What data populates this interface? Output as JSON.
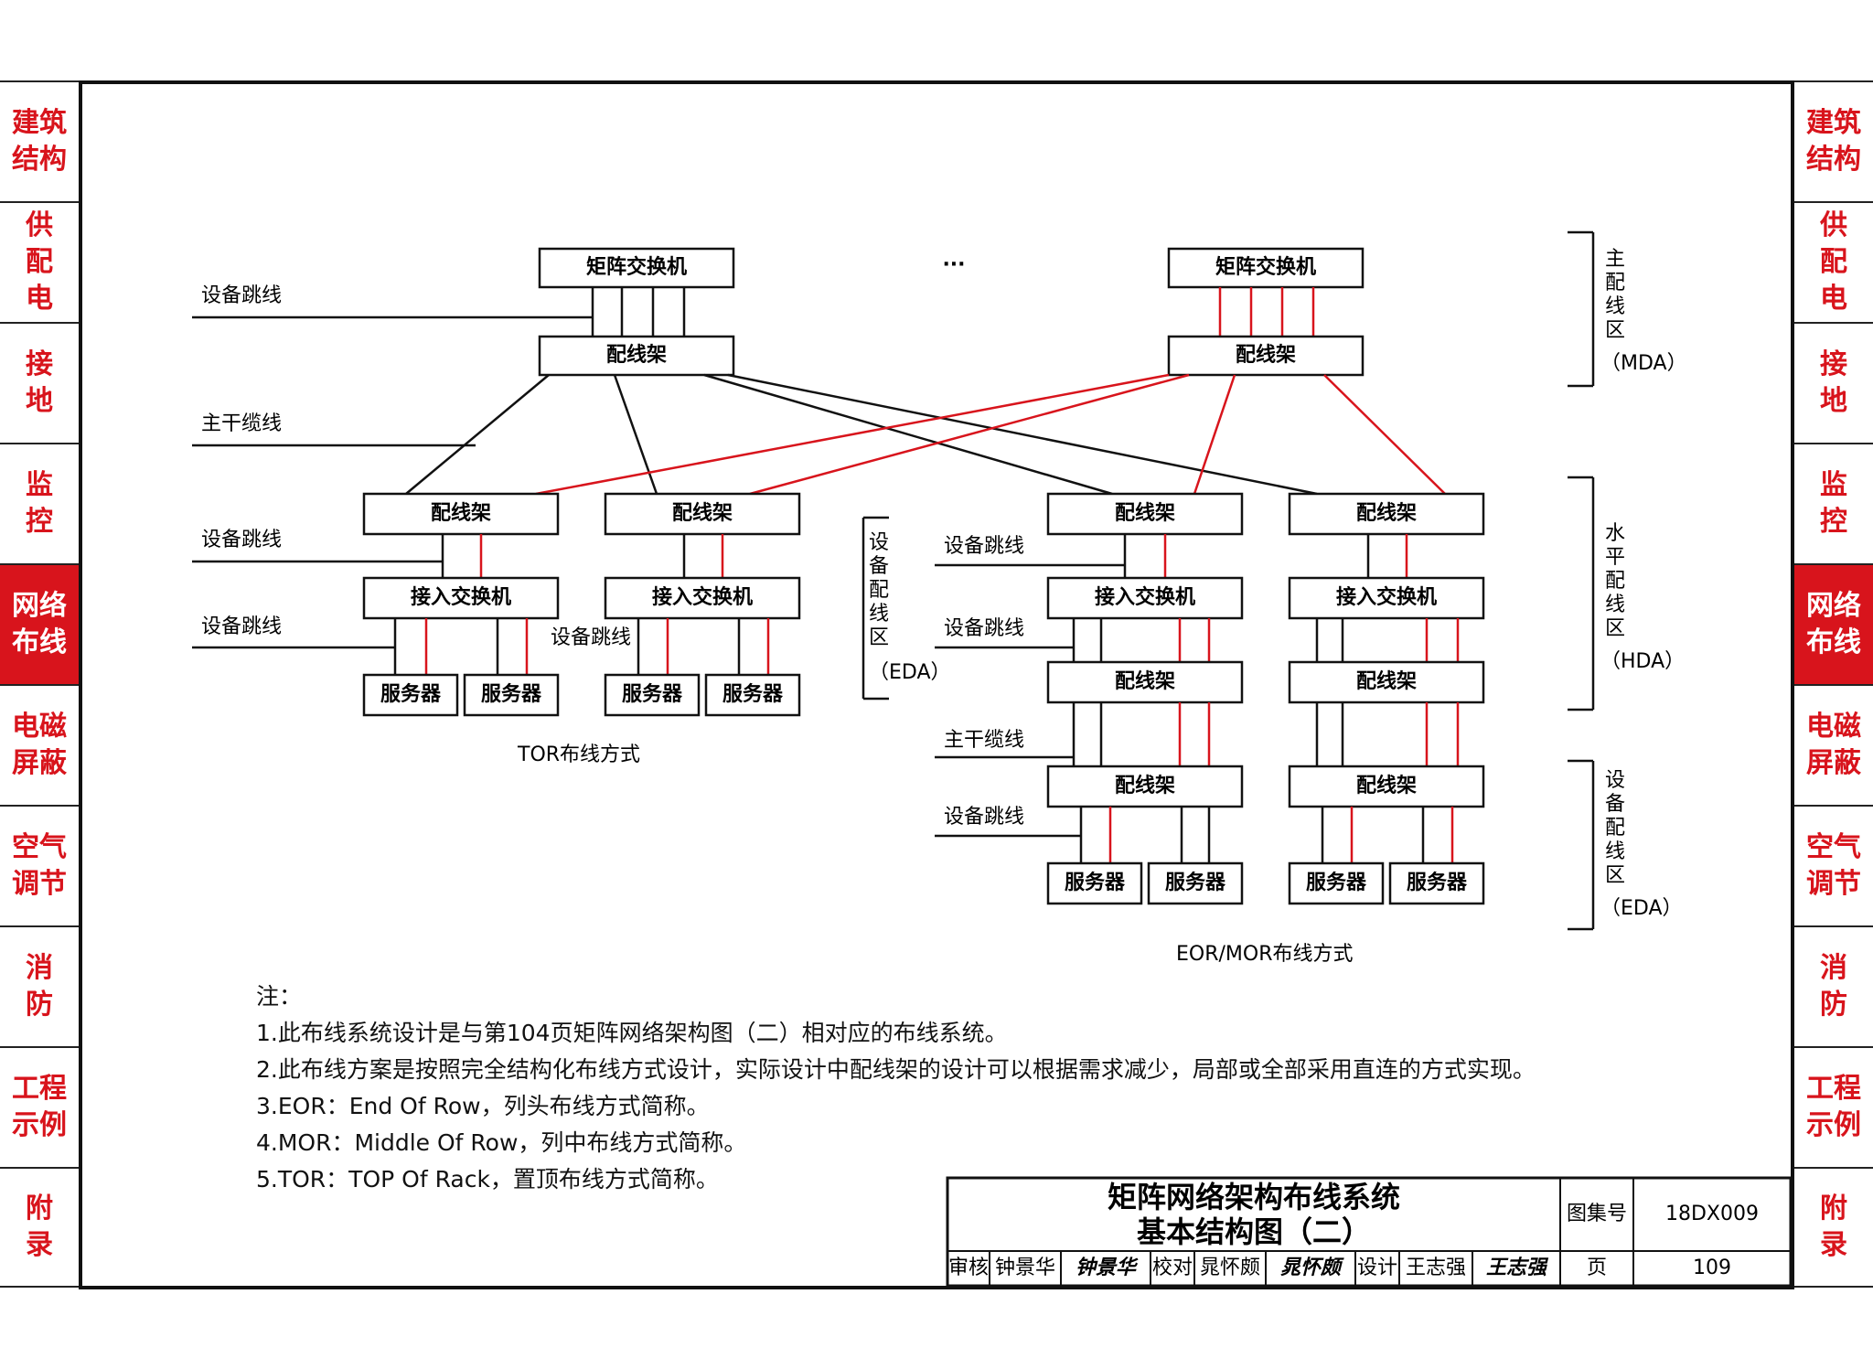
{
  "side_tabs": [
    "建筑\n结构",
    "供\n配\n电",
    "接\n地",
    "监\n控",
    "网络\n布线",
    "电磁\n屏蔽",
    "空气\n调节",
    "消\n防",
    "工程\n示例",
    "附\n录"
  ],
  "active_tab_index": 4,
  "diagram": {
    "ellipsis": "···",
    "matrix_switch": "矩阵交换机",
    "patch_panel": "配线架",
    "access_switch": "接入交换机",
    "server": "服务器",
    "equipment_cord": "设备跳线",
    "backbone_cable": "主干缆线",
    "tor_caption": "TOR布线方式",
    "eor_caption": "EOR/MOR布线方式",
    "zone_mda": [
      "主",
      "配",
      "线",
      "区",
      "（MDA）"
    ],
    "zone_hda": [
      "水",
      "平",
      "配",
      "线",
      "区",
      "（HDA）"
    ],
    "zone_eda": [
      "设",
      "备",
      "配",
      "线",
      "区",
      "（EDA）"
    ],
    "zone_eda_mid": [
      "设",
      "备",
      "配",
      "线",
      "区",
      "（EDA）"
    ]
  },
  "notes": {
    "heading": "注：",
    "items": [
      "1.此布线系统设计是与第104页矩阵网络架构图（二）相对应的布线系统。",
      "2.此布线方案是按照完全结构化布线方式设计，实际设计中配线架的设计可以根据需求减少，局部或全部采用直连的方式实现。",
      "3.EOR：End  Of  Row，列头布线方式简称。",
      "4.MOR：Middle  Of  Row，列中布线方式简称。",
      "5.TOR：TOP  Of  Rack，置顶布线方式简称。"
    ]
  },
  "title_block": {
    "title_line1": "矩阵网络架构布线系统",
    "title_line2": "基本结构图（二）",
    "atlas_label": "图集号",
    "atlas_no": "18DX009",
    "review_label": "审核",
    "reviewer": "钟景华",
    "reviewer_sig": "钟景华",
    "check_label": "校对",
    "checker": "晁怀颇",
    "checker_sig": "晁怀颇",
    "design_label": "设计",
    "designer": "王志强",
    "designer_sig": "王志强",
    "page_label": "页",
    "page_no": "109"
  },
  "colors": {
    "accent_red": "#d8141c",
    "line_black": "#111111"
  }
}
